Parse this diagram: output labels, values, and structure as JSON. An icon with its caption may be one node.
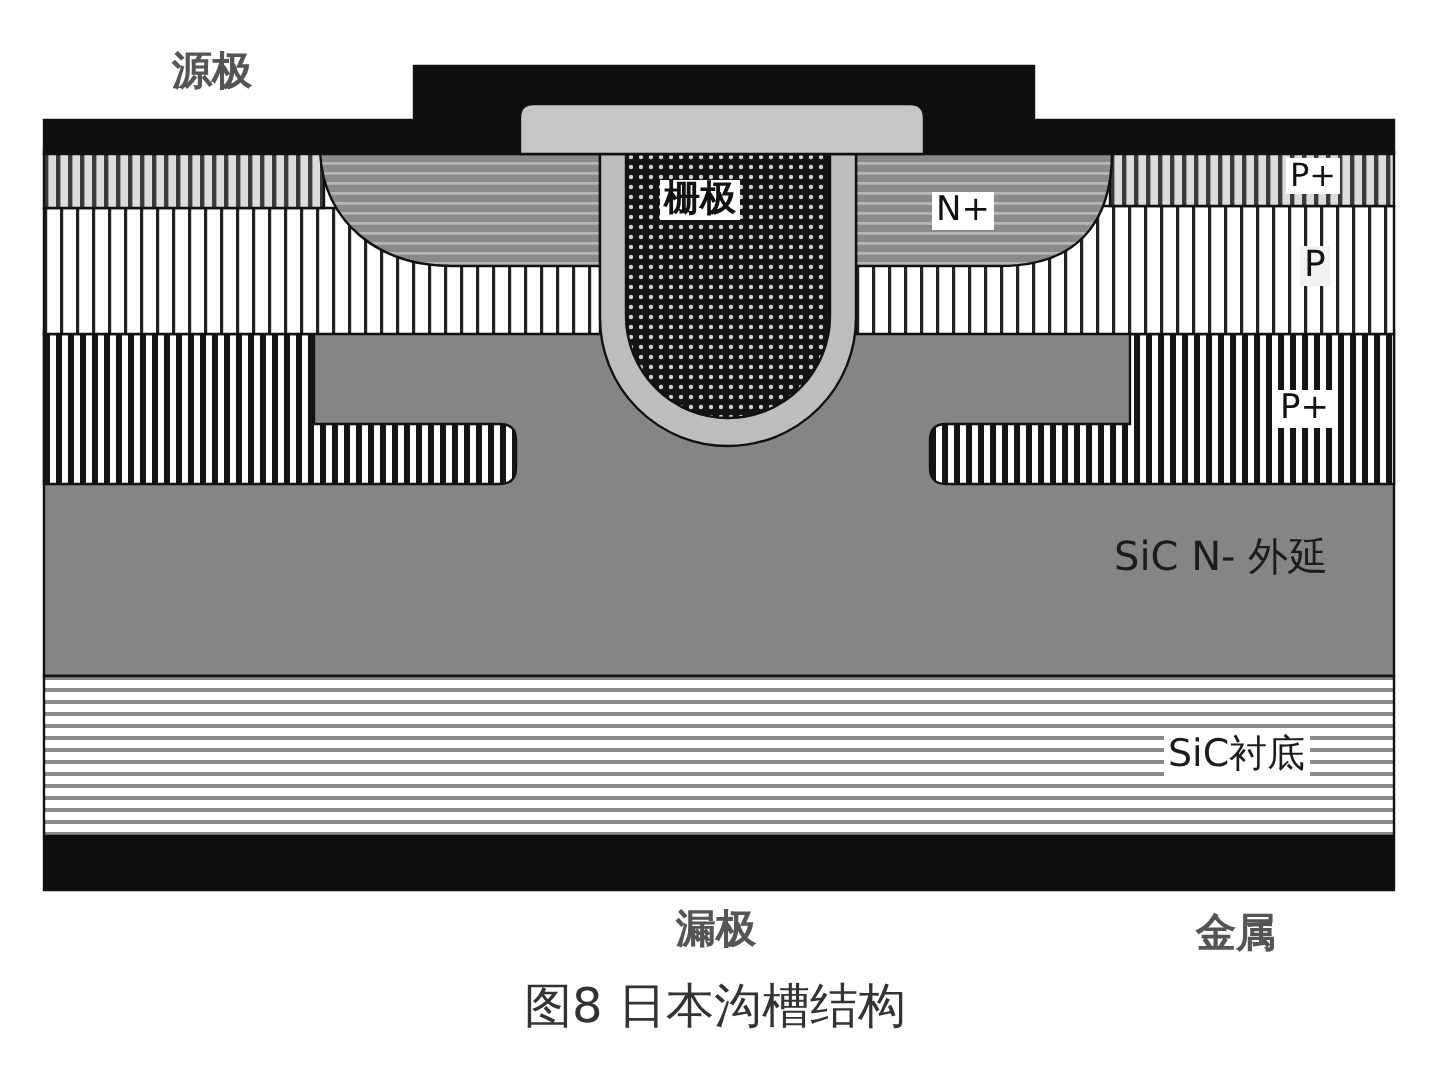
{
  "diagram": {
    "caption": "图8 日本沟槽结构",
    "nodes": [
      {
        "text": [],
        "shape": "box"
      },
      {
        "text": [],
        "shape": "box",
        "in": 0
      },
      {
        "text": [],
        "shape": "box"
      },
      {
        "text": [],
        "shape": "box"
      },
      {
        "text": [],
        "shape": "box"
      },
      {
        "text": [
          "栅极"
        ],
        "in": 4
      },
      {
        "text": [
          "N+"
        ]
      },
      {
        "text": [
          "P+"
        ]
      },
      {
        "text": [],
        "shape": "box"
      },
      {
        "text": [
          "P"
        ]
      },
      {
        "text": [
          "SiC N- 外延"
        ]
      },
      {
        "text": [],
        "shape": "box",
        "in": 10
      },
      {
        "text": [
          "P+"
        ],
        "in": 10
      },
      {
        "text": [
          "SiC衬底"
        ]
      },
      {
        "text": [],
        "shape": "box"
      }
    ],
    "labels": [
      "源极",
      "漏极",
      "金属"
    ]
  }
}
